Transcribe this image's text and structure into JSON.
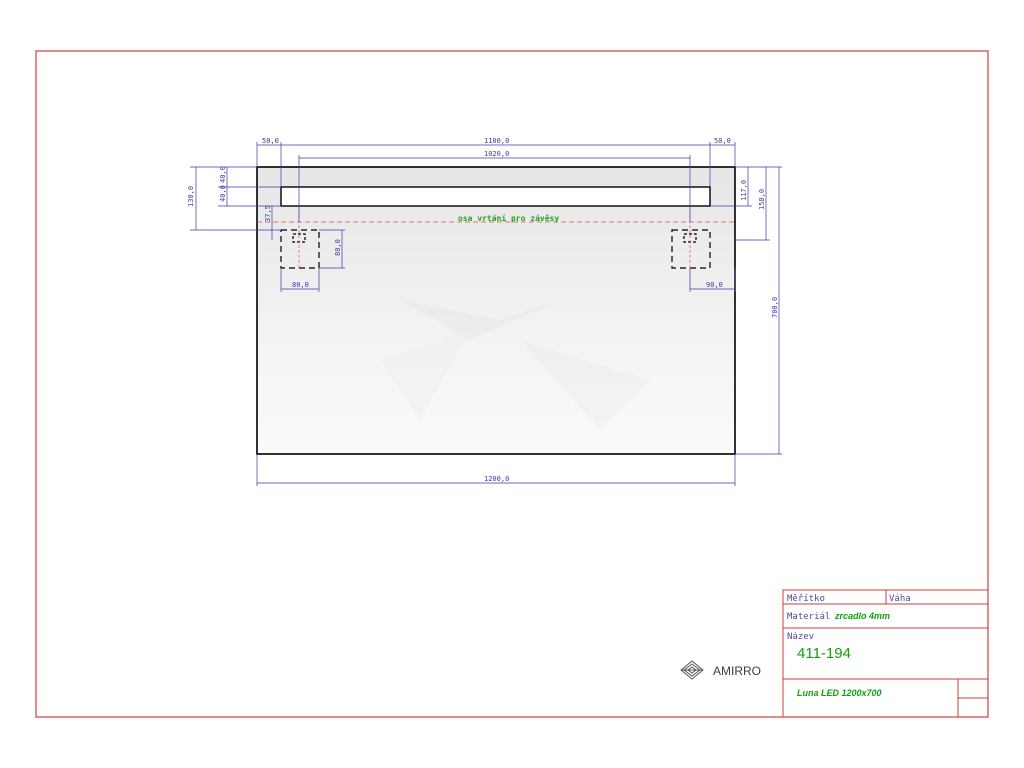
{
  "drawing": {
    "hanging_axis_label": "osa vrtání pro závěsy",
    "dimensions": {
      "left_margin": "50,0",
      "inner_width": "1100,0",
      "right_margin": "50,0",
      "led_width": "1020,0",
      "top_40a": "40,0",
      "top_40b": "40,0",
      "left_130": "130,0",
      "hook_37": "37,5",
      "hook_height": "80,0",
      "hook_left_width": "80,0",
      "hook_right_width": "90,0",
      "right_117": "117,0",
      "right_158": "158,0",
      "total_height": "700,0",
      "total_width": "1200,0"
    }
  },
  "logo": {
    "name": "AMIRRO",
    "icon": "amirro-diamond-logo-icon"
  },
  "title_block": {
    "scale_label": "Měřítko",
    "weight_label": "Váha",
    "material_label": "Materiál",
    "material_value": "zrcadlo 4mm",
    "name_label": "Název",
    "code": "411-194",
    "product_name": "Luna LED 1200x700"
  },
  "colors": {
    "frame": "#d23c3c",
    "dimension": "#3a3aa8",
    "annotation": "#1fa31f",
    "mirror_outline": "#000000",
    "axis_line": "#e05050"
  }
}
